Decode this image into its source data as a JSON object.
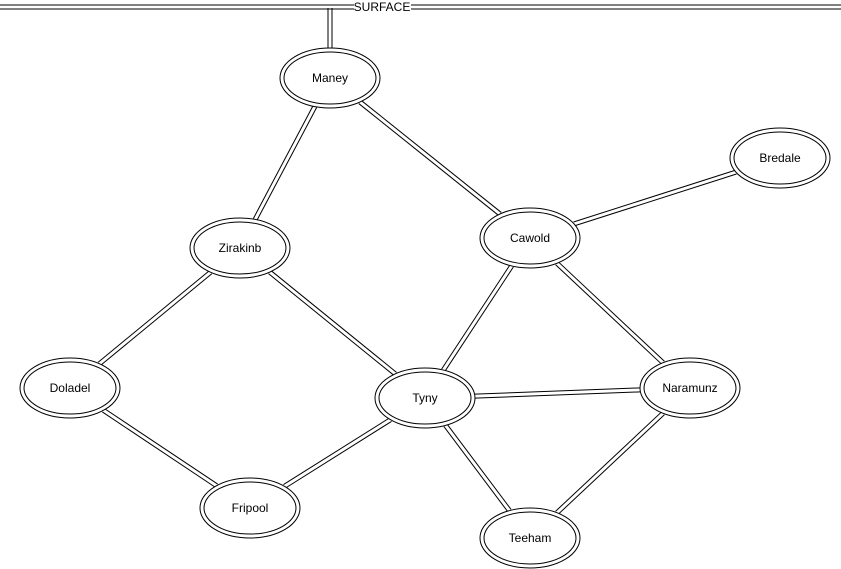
{
  "surface": {
    "label": "SURFACE"
  },
  "nodes": [
    {
      "id": "maney",
      "label": "Maney"
    },
    {
      "id": "bredale",
      "label": "Bredale"
    },
    {
      "id": "zirakinb",
      "label": "Zirakinb"
    },
    {
      "id": "cawold",
      "label": "Cawold"
    },
    {
      "id": "doladel",
      "label": "Doladel"
    },
    {
      "id": "tyny",
      "label": "Tyny"
    },
    {
      "id": "naramunz",
      "label": "Naramunz"
    },
    {
      "id": "fripool",
      "label": "Fripool"
    },
    {
      "id": "teeham",
      "label": "Teeham"
    }
  ],
  "edges": [
    {
      "from": "surface",
      "to": "maney"
    },
    {
      "from": "maney",
      "to": "zirakinb"
    },
    {
      "from": "maney",
      "to": "cawold"
    },
    {
      "from": "cawold",
      "to": "bredale"
    },
    {
      "from": "zirakinb",
      "to": "doladel"
    },
    {
      "from": "zirakinb",
      "to": "tyny"
    },
    {
      "from": "cawold",
      "to": "tyny"
    },
    {
      "from": "cawold",
      "to": "naramunz"
    },
    {
      "from": "doladel",
      "to": "fripool"
    },
    {
      "from": "tyny",
      "to": "fripool"
    },
    {
      "from": "tyny",
      "to": "naramunz"
    },
    {
      "from": "tyny",
      "to": "teeham"
    },
    {
      "from": "naramunz",
      "to": "teeham"
    }
  ],
  "colors": {
    "stroke": "#000000",
    "fill": "#ffffff"
  }
}
